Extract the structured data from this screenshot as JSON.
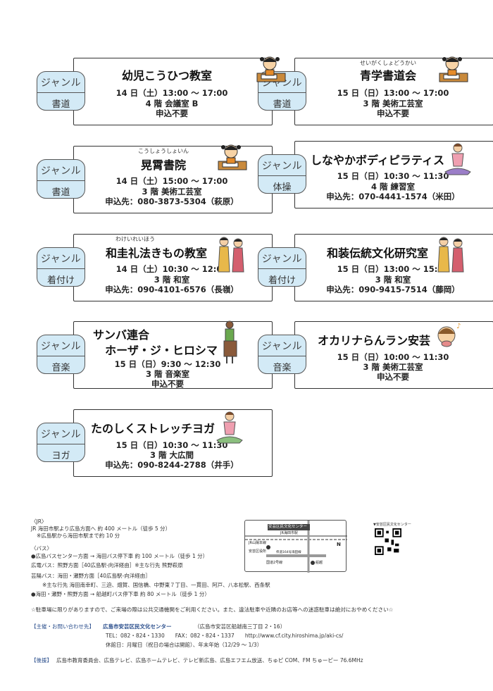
{
  "genre_label": "ジャンル",
  "cards": [
    {
      "genre": "書道",
      "ruby": "",
      "title": "幼児こうひつ教室",
      "title2": "",
      "date": "14 日（土）13:00 ～ 17:00",
      "place": "4 階 会議室 B",
      "apply": "申込不要"
    },
    {
      "genre": "書道",
      "ruby": "せいがくしょどうかい",
      "title": "青学書道会",
      "title2": "",
      "date": "15 日（日）13:00 ～ 17:00",
      "place": "3 階 美術工芸室",
      "apply": "申込不要"
    },
    {
      "genre": "書道",
      "ruby": "こうしょうしょいん",
      "title": "晃霄書院",
      "title2": "",
      "date": "14 日（土）15:00 ～ 17:00",
      "place": "3 階 美術工芸室",
      "apply": "申込先：080-3873-5304（萩原）"
    },
    {
      "genre": "体操",
      "ruby": "",
      "title": "しなやかボディピラティス",
      "title2": "",
      "date": "15 日（日）10:30 ～ 11:30",
      "place": "4 階 練習室",
      "apply": "申込先：070-4441-1574（米田）"
    },
    {
      "genre": "着付け",
      "ruby": "わけいれいほう",
      "title": "和圭礼法きもの教室",
      "title2": "",
      "date": "14 日（土）10:30 ～ 12:00",
      "place": "3 階 和室",
      "apply": "申込先：090-4101-6576（長嶺）"
    },
    {
      "genre": "着付け",
      "ruby": "",
      "title": "和装伝統文化研究室",
      "title2": "",
      "date": "15 日（日）13:00 ～ 15:30",
      "place": "3 階 和室",
      "apply": "申込先：090-9415-7514（藤岡）"
    },
    {
      "genre": "音楽",
      "ruby": "",
      "title": "サンバ連合",
      "title2": "ホーザ・ジ・ヒロシマ",
      "date": "15 日（日）9:30 ～ 12:30",
      "place": "3 階 音楽室",
      "apply": "申込不要"
    },
    {
      "genre": "音楽",
      "ruby": "",
      "title": "オカリナらんラン安芸",
      "title2": "",
      "date": "15 日（日）10:00 ～ 11:30",
      "place": "3 階 美術工芸室",
      "apply": "申込不要"
    },
    {
      "genre": "ヨガ",
      "ruby": "",
      "title": "たのしくストレッチヨガ",
      "title2": "",
      "date": "15 日（日）10:30 ～ 11:30",
      "place": "3 階 大広間",
      "apply": "申込先：090-8244-2788（井手）"
    }
  ],
  "access": {
    "jr_head": "〈JR〉",
    "jr_1": "JR 海田市駅より広島方面へ 約 400 メートル（徒歩 5 分）",
    "jr_2": "※広島駅から海田市駅まで約 10 分",
    "bus_head": "〈バス〉",
    "bus_1": "●広島バスセンター方面 → 海田バス停下車 約 100 メートル（徒歩 1 分）",
    "bus_2": "広電バス：熊野方面［40広島駅-向洋経由］※主な行先 熊野萩原",
    "bus_3": "芸陽バス：海田・瀬野方面［40広島駅-向洋経由］",
    "bus_4": "※主な行先 海田南幸町、三迫、畑賀、国信橋、中野東７丁目、一貫田、阿戸、八本松駅、西条駅",
    "bus_5": "●海田・瀬野・熊野方面 → 船越町バス停下車 約 80 メートル（徒歩 1 分）"
  },
  "notice": "☆駐車場に限りがありますので、ご来場の際は公共交通機関をご利用ください。また、違法駐車や近隣のお店等への迷惑駐車は絶対におやめください☆",
  "contact": {
    "label": "【主催・お問い合わせ先】",
    "org": "広島市安芸区民文化センター",
    "address": "（広島市安芸区船越南三丁目 2・16）",
    "tel": "TEL：082・824・1330　　FAX：082・824・1337　　http://www.cf.city.hiroshima.jp/aki-cs/",
    "closed": "休館日：月曜日（祝日の場合は開館）、年末年始（12/29 ～ 1/3）"
  },
  "sponsor": {
    "label": "【後援】",
    "text": "広島市教育委員会、広島テレビ、広島ホームテレビ、テレビ新広島、広島エフエム放送、ちゅピ COM、FM ちゅーピー 76.6MHz"
  },
  "map_labels": {
    "center": "安芸区民文化センター",
    "station": "JR海田市駅",
    "line": "JR山陽本線",
    "office": "安芸区役所",
    "road": "国道2号線",
    "road2": "県道164号海田線",
    "post": "船越",
    "north": "N"
  },
  "qr_caption": "▼安芸区民文化センター"
}
